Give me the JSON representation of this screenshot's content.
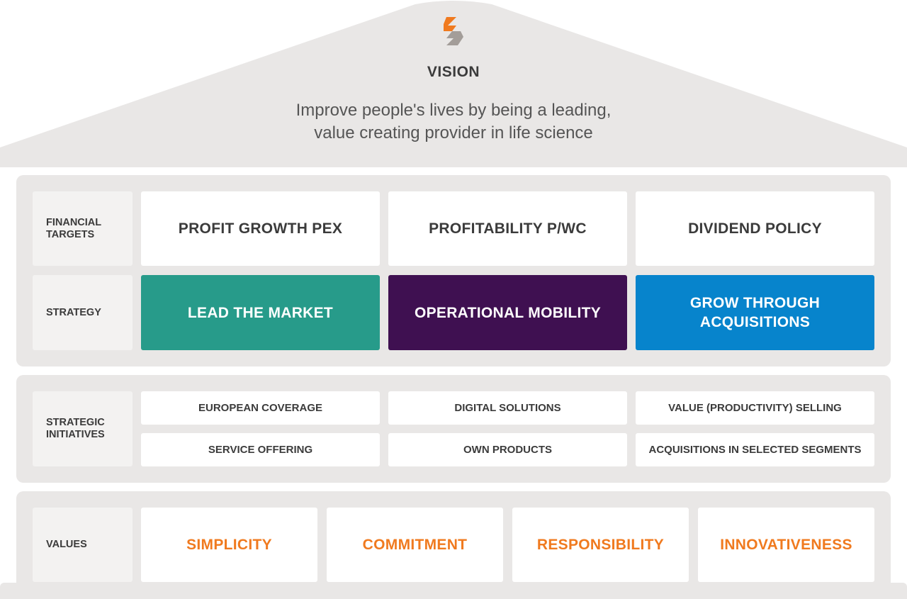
{
  "vision": {
    "title": "VISION",
    "line1": "Improve people's lives by being a leading,",
    "line2": "value creating provider in life science"
  },
  "rows": {
    "financial_targets": {
      "label_line1": "FINANCIAL",
      "label_line2": "TARGETS"
    },
    "strategy": {
      "label": "STRATEGY"
    },
    "strategic_initiatives": {
      "label_line1": "STRATEGIC",
      "label_line2": "INITIATIVES"
    },
    "values": {
      "label": "VALUES"
    }
  },
  "financial_targets": [
    "PROFIT GROWTH PEX",
    "PROFITABILITY P/WC",
    "DIVIDEND POLICY"
  ],
  "strategy": [
    {
      "line1": "LEAD THE MARKET",
      "line2": "",
      "color": "#279b8a"
    },
    {
      "line1": "OPERATIONAL MOBILITY",
      "line2": "",
      "color": "#3f1051"
    },
    {
      "line1": "GROW THROUGH",
      "line2": "ACQUISITIONS",
      "color": "#0784cc"
    }
  ],
  "initiatives": [
    "EUROPEAN COVERAGE",
    "DIGITAL SOLUTIONS",
    "VALUE (PRODUCTIVITY) SELLING",
    "SERVICE OFFERING",
    "OWN PRODUCTS",
    "ACQUISITIONS IN SELECTED SEGMENTS"
  ],
  "values": [
    "SIMPLICITY",
    "COMMITMENT",
    "RESPONSIBILITY",
    "INNOVATIVENESS"
  ],
  "colors": {
    "band": "#e9e7e6",
    "label_bg": "#f3f2f1",
    "value_text": "#f07a1f",
    "logo_orange": "#f07a1f",
    "logo_grey": "#a39d99"
  }
}
